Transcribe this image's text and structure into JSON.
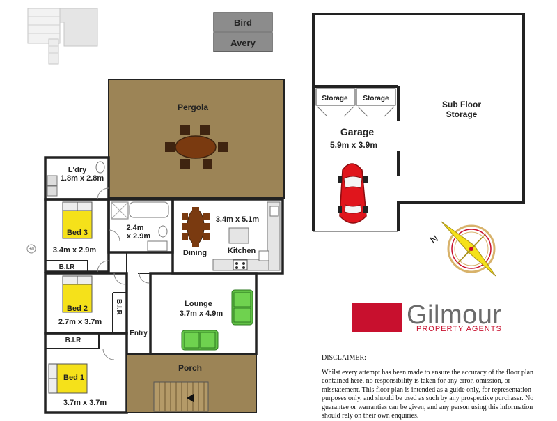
{
  "signs": {
    "bird": "Bird",
    "avery": "Avery"
  },
  "rooms": {
    "pergola": {
      "name": "Pergola"
    },
    "laundry": {
      "name": "L'dry",
      "size": "1.8m x 2.8m"
    },
    "bed3": {
      "name": "Bed 3",
      "size": "3.4m x 2.9m"
    },
    "bath": {
      "size_line1": "2.4m",
      "size_line2": "x 2.9m"
    },
    "kitchen": {
      "name": "Kitchen",
      "size": "3.4m x 5.1m"
    },
    "dining": {
      "name": "Dining"
    },
    "bir1": {
      "name": "B.I.R"
    },
    "bed2": {
      "name": "Bed 2",
      "size": "2.7m x 3.7m"
    },
    "bir2": {
      "name": "B.I.R"
    },
    "lounge": {
      "name": "Lounge",
      "size": "3.7m x 4.9m"
    },
    "entry": {
      "name": "Entry"
    },
    "bir3": {
      "name": "B.I.R"
    },
    "bed1": {
      "name": "Bed 1",
      "size": "3.7m x 3.7m"
    },
    "porch": {
      "name": "Porch"
    },
    "garage": {
      "name": "Garage",
      "size": "5.9m x 3.9m"
    },
    "storage1": {
      "name": "Storage"
    },
    "storage2": {
      "name": "Storage"
    },
    "subfloor": {
      "line1": "Sub Floor",
      "line2": "Storage"
    }
  },
  "compass": {
    "north": "N"
  },
  "hw_label": "HW",
  "logo": {
    "name": "Gilmour",
    "tagline": "PROPERTY AGENTS",
    "colors": {
      "red": "#c8102e",
      "grey": "#6b6b6b"
    }
  },
  "disclaimer": {
    "heading": "DISCLAIMER:",
    "lines": [
      "Whilst every attempt has been made to ensure the accuracy of the floor plan",
      "contained here, no responsibility is taken for any error, omission, or",
      "misstatement. This floor plan is intended as a guide only, for representation",
      "purposes only, and should be used as such by any prospective purchaser. No",
      "guarantee or warranties can be given, and any person using this information",
      "should rely on their own enquiries."
    ]
  },
  "colors": {
    "pergola": "#9c8456",
    "porch": "#9c8456",
    "wall": "#222222",
    "bed": "#f5e11a",
    "sofa": "#62c246",
    "table": "#7a3a10",
    "chair": "#3f2410",
    "car": "#e0151c",
    "sign": "#8c8c8c"
  }
}
